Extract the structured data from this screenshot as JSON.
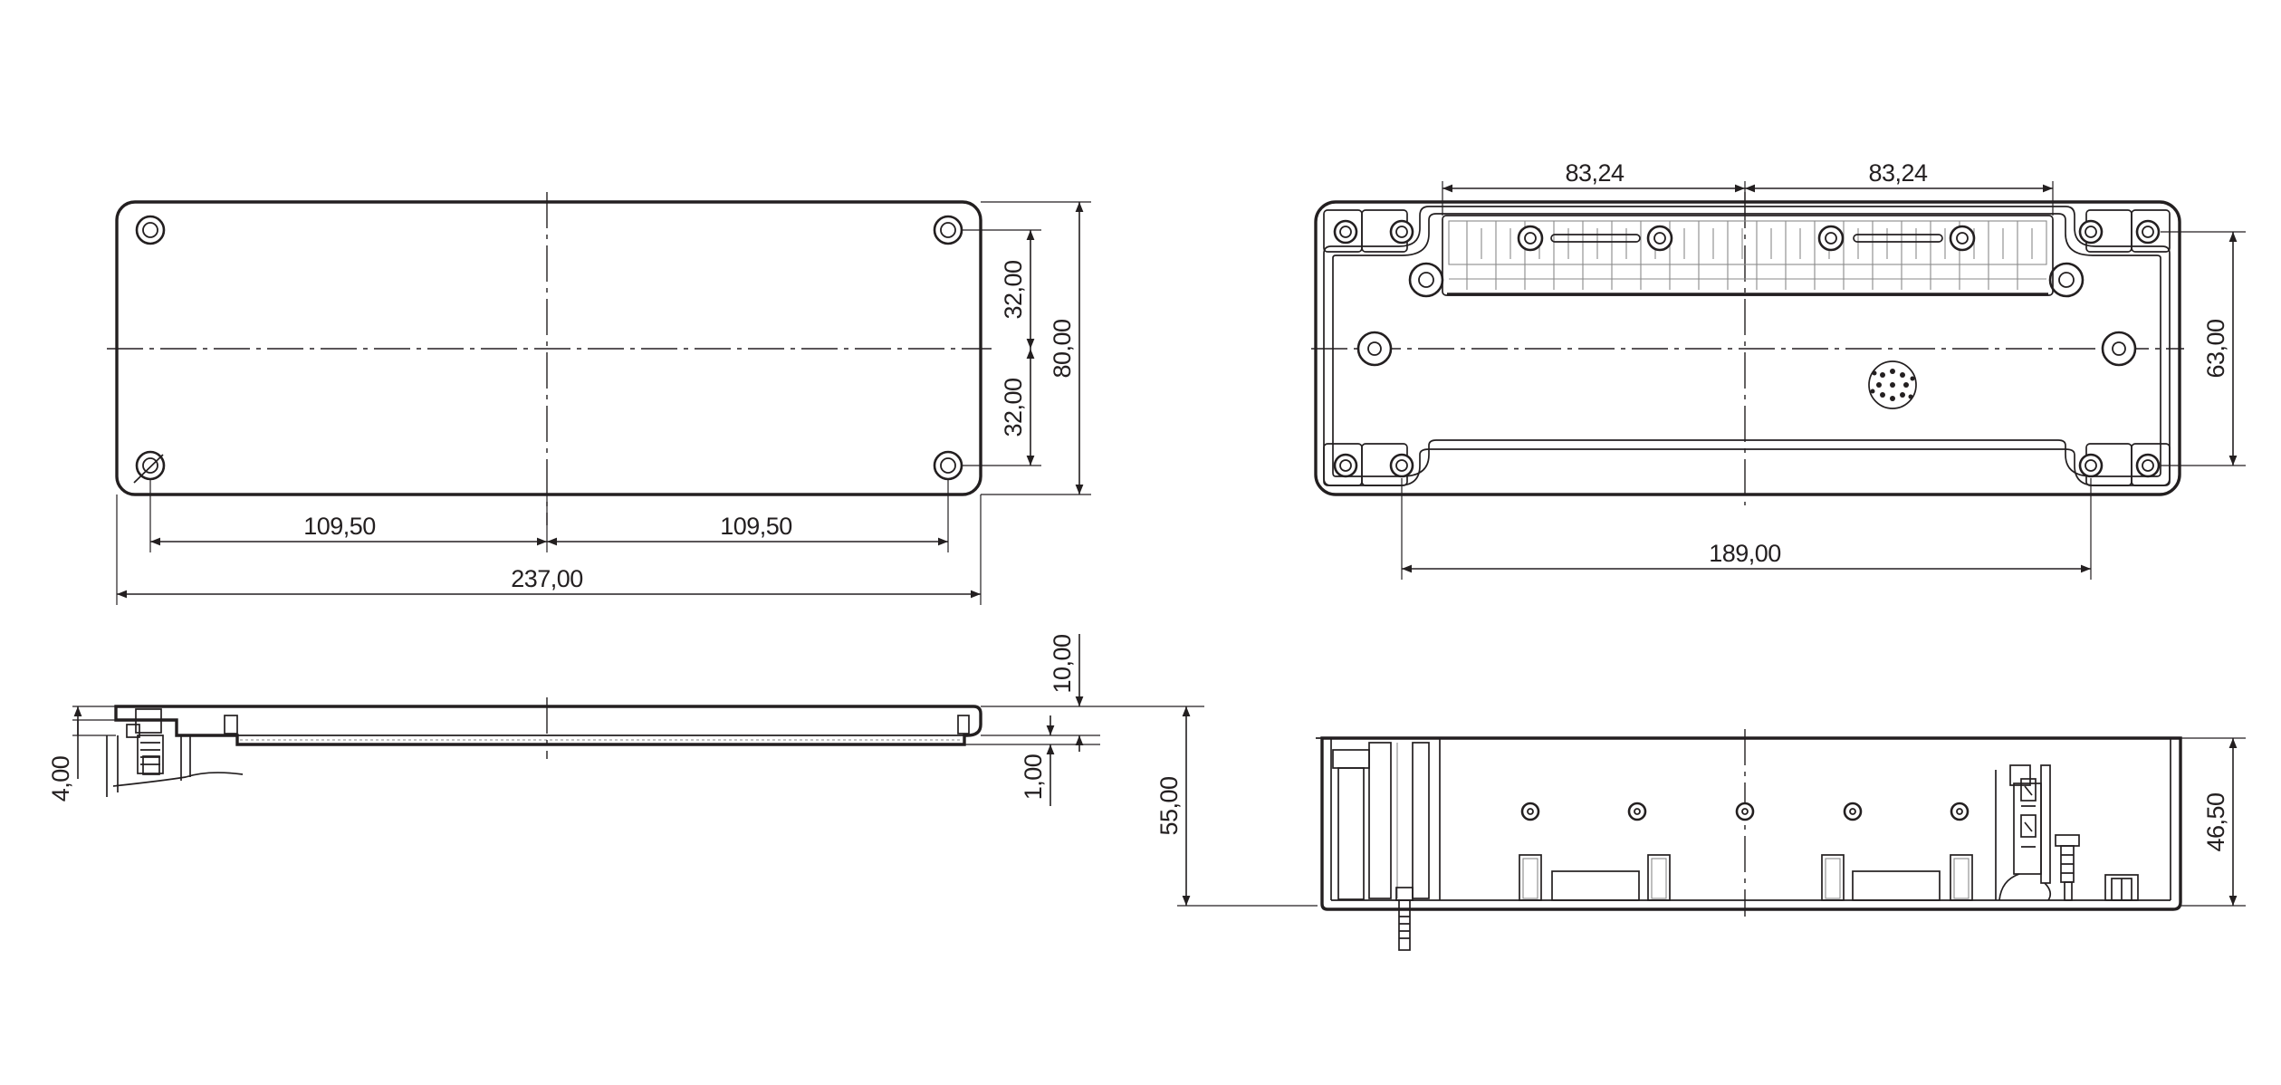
{
  "dimensions": {
    "top_left_view": {
      "half_width_left": "109,50",
      "half_width_right": "109,50",
      "overall_width": "237,00",
      "upper_hole_offset": "32,00",
      "lower_hole_offset": "32,00",
      "overall_height": "80,00"
    },
    "top_right_view": {
      "led_span_left": "83,24",
      "led_span_right": "83,24",
      "mount_hole_spacing": "189,00",
      "mount_hole_height": "63,00"
    },
    "side_left_view": {
      "lid_height": "10,00",
      "edge_offset": "4,00",
      "lip": "1,00",
      "total_height": "55,00"
    },
    "side_right_view": {
      "base_height": "46,50"
    }
  },
  "colors": {
    "line": "#231f20",
    "background": "#ffffff"
  }
}
